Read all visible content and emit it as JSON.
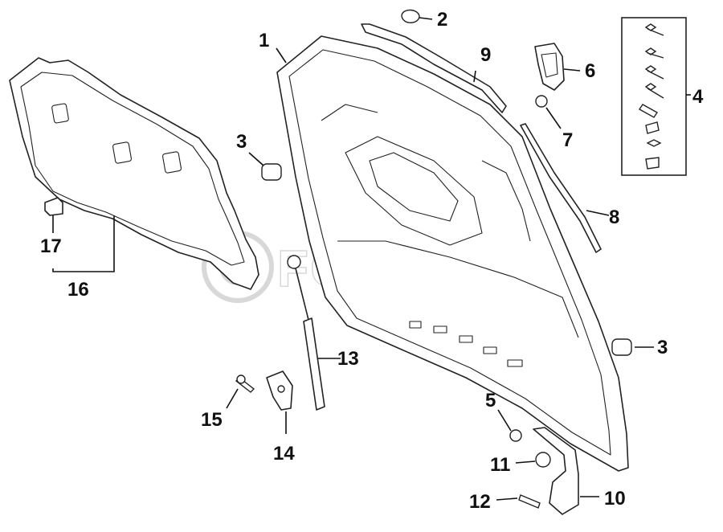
{
  "diagram": {
    "watermark": "FCPEURO",
    "callouts": [
      {
        "id": "c1",
        "label": "1"
      },
      {
        "id": "c2",
        "label": "2"
      },
      {
        "id": "c3a",
        "label": "3"
      },
      {
        "id": "c3b",
        "label": "3"
      },
      {
        "id": "c4",
        "label": "4"
      },
      {
        "id": "c5",
        "label": "5"
      },
      {
        "id": "c6",
        "label": "6"
      },
      {
        "id": "c7",
        "label": "7"
      },
      {
        "id": "c8",
        "label": "8"
      },
      {
        "id": "c9",
        "label": "9"
      },
      {
        "id": "c10",
        "label": "10"
      },
      {
        "id": "c11",
        "label": "11"
      },
      {
        "id": "c12",
        "label": "12"
      },
      {
        "id": "c13",
        "label": "13"
      },
      {
        "id": "c14",
        "label": "14"
      },
      {
        "id": "c15",
        "label": "15"
      },
      {
        "id": "c16",
        "label": "16"
      },
      {
        "id": "c17",
        "label": "17"
      }
    ]
  }
}
